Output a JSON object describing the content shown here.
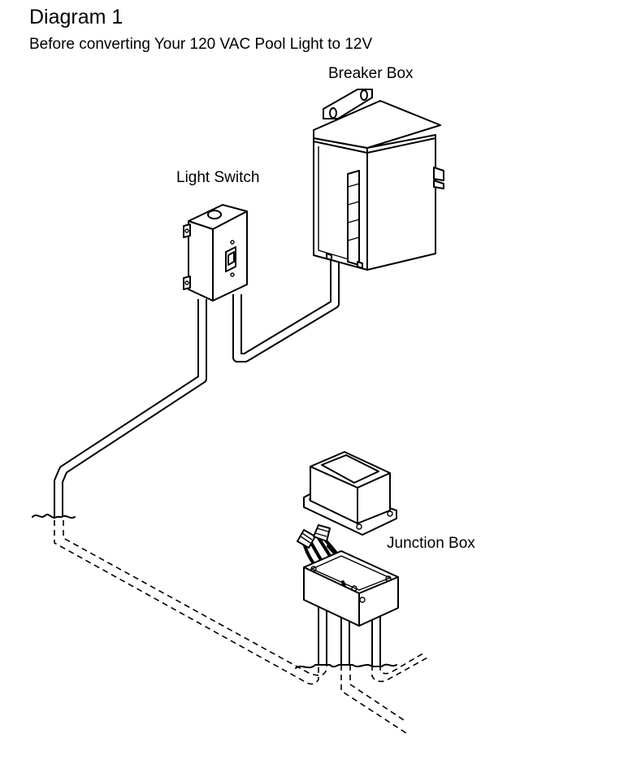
{
  "title": "Diagram 1",
  "subtitle": "Before converting Your 120 VAC Pool Light to 12V",
  "labels": {
    "breaker_box": "Breaker Box",
    "light_switch": "Light Switch",
    "junction_box": "Junction Box"
  }
}
